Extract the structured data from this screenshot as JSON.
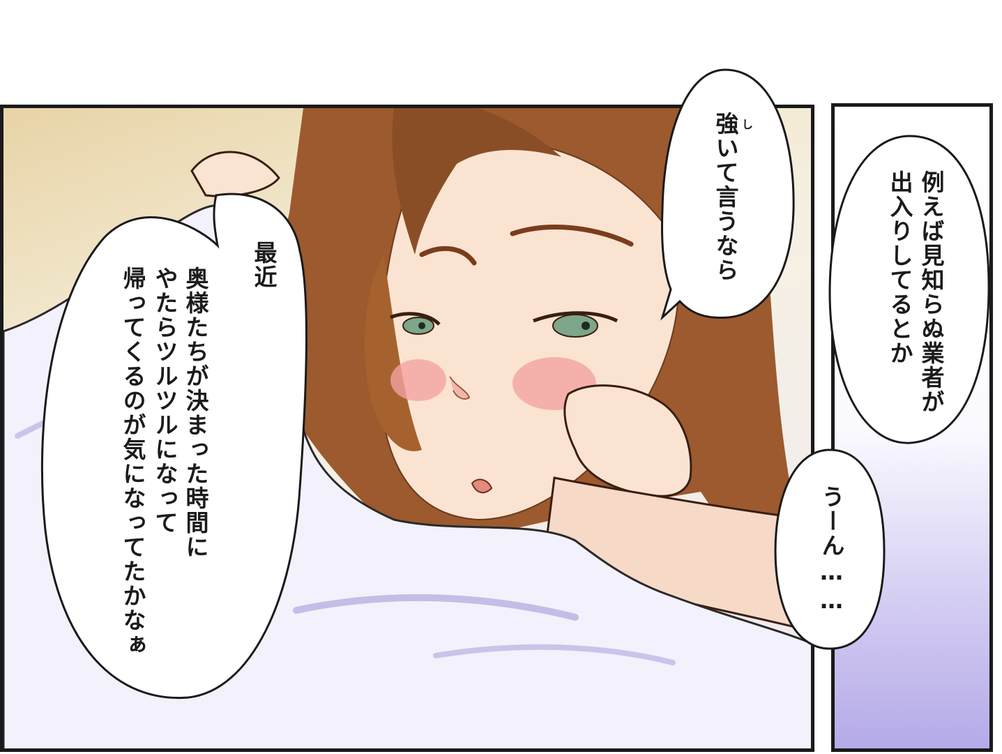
{
  "bubbles": {
    "top_center": {
      "line1": "強いて言うなら",
      "ruby": "し"
    },
    "left_large": {
      "line1": "最近",
      "line2": "奥様たちが決まった時間に",
      "line3": "やたらツルツルになって",
      "line4": "帰ってくるのが気になってたかなぁ"
    },
    "right_top": {
      "line1": "例えば見知らぬ業者が",
      "line2": "出入りしてるとか"
    },
    "right_bottom": {
      "line1": "うーん……"
    }
  },
  "colors": {
    "hair": "#9c5a2e",
    "skin": "#fbe3d2",
    "blush": "#f4a3a3",
    "eyes": "#7da68a",
    "sheet": "#f3f1fb",
    "sheet_shadow": "#b7b1e2",
    "panel_border": "#1a1a1a"
  }
}
